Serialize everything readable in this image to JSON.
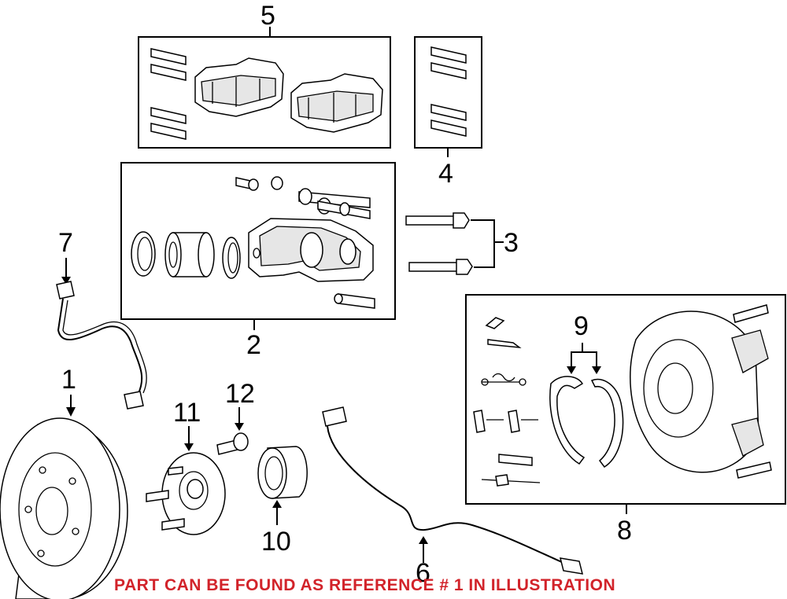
{
  "diagram": {
    "callouts": {
      "c1": "1",
      "c2": "2",
      "c3": "3",
      "c4": "4",
      "c5": "5",
      "c6": "6",
      "c7": "7",
      "c8": "8",
      "c9": "9",
      "c10": "10",
      "c11": "11",
      "c12": "12"
    },
    "caption": "PART CAN BE FOUND AS REFERENCE # 1 IN ILLUSTRATION",
    "caption_color": "#d2232a"
  }
}
